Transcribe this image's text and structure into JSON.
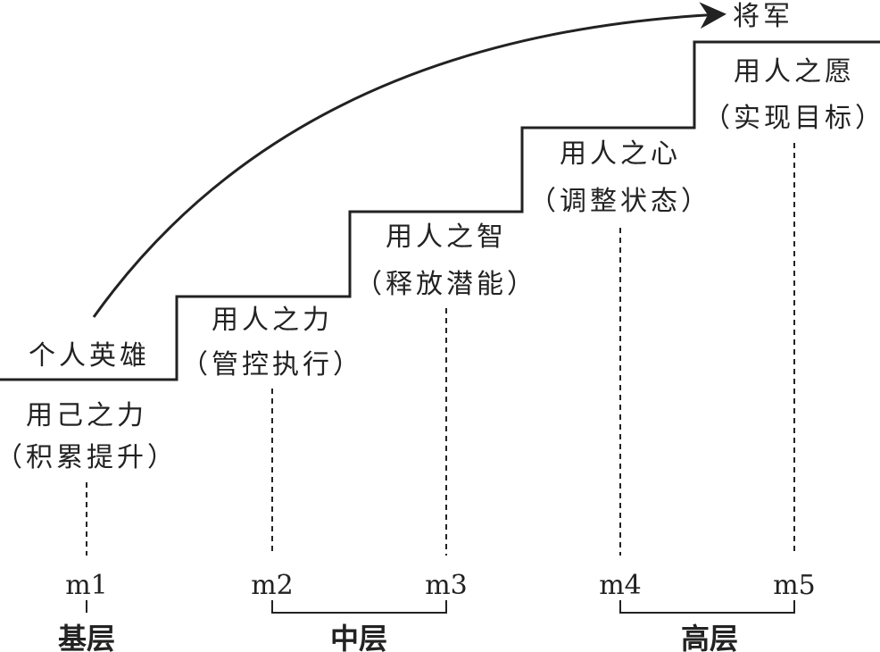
{
  "title_top": "将军",
  "start_label": "个人英雄",
  "steps": [
    {
      "id": "m1",
      "name": "用己之力",
      "desc": "（积累提升）"
    },
    {
      "id": "m2",
      "name": "用人之力",
      "desc": "（管控执行）"
    },
    {
      "id": "m3",
      "name": "用人之智",
      "desc": "（释放潜能）"
    },
    {
      "id": "m4",
      "name": "用人之心",
      "desc": "（调整状态）"
    },
    {
      "id": "m5",
      "name": "用人之愿",
      "desc": "（实现目标）"
    }
  ],
  "levels": [
    "基层",
    "中层",
    "高层"
  ]
}
